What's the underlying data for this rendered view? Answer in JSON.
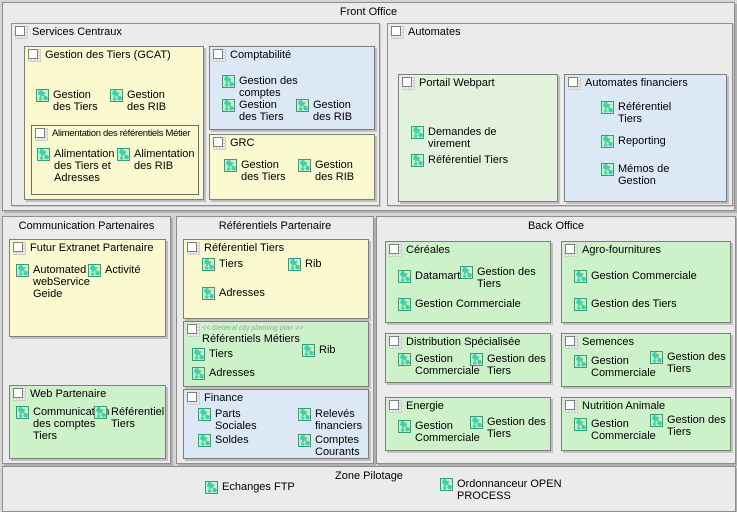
{
  "colors": {
    "page": "#d5d5d5",
    "panel": "#ebebeb",
    "yellow": "#fbf9d0",
    "blue": "#dce8f6",
    "green": "#cdf1c9",
    "green_light": "#e3f2dd"
  },
  "front_office": {
    "title": "Front Office",
    "services_centraux": {
      "title": "Services Centraux",
      "gcat": {
        "title": "Gestion des Tiers (GCAT)",
        "items": [
          "Gestion des Tiers",
          "Gestion des RIB"
        ],
        "alimentation": {
          "title": "Alimentation des référentiels Métier",
          "items": [
            "Alimentation des Tiers et Adresses",
            "Alimentation des RIB"
          ]
        }
      },
      "comptabilite": {
        "title": "Comptabilité",
        "items": [
          "Gestion des comptes",
          "Gestion des Tiers",
          "Gestion des RIB"
        ]
      },
      "grc": {
        "title": "GRC",
        "items": [
          "Gestion des Tiers",
          "Gestion des RIB"
        ]
      }
    },
    "automates": {
      "title": "Automates",
      "portail_webpart": {
        "title": "Portail Webpart",
        "items": [
          "Demandes de virement",
          "Référentiel Tiers"
        ]
      },
      "automates_financiers": {
        "title": "Automates financiers",
        "items": [
          "Référentiel Tiers",
          "Reporting",
          "Mémos de Gestion"
        ]
      }
    }
  },
  "communication_partenaires": {
    "title": "Communication Partenaires",
    "futur_extranet": {
      "title": "Futur Extranet Partenaire",
      "items": [
        "Automated webService Geide",
        "Activité"
      ]
    },
    "web_partenaire": {
      "title": "Web Partenaire",
      "items": [
        "Communication des comptes Tiers",
        "Référentiel Tiers"
      ]
    }
  },
  "referentiels_partenaire": {
    "title": "Référentiels Partenaire",
    "referentiel_tiers": {
      "title": "Référentiel Tiers",
      "items": [
        "Tiers",
        "Rib",
        "Adresses"
      ]
    },
    "referentiels_metiers": {
      "annotation": "<< General city planning plan >>",
      "title": "Référentiels Métiers",
      "items": [
        "Tiers",
        "Rib",
        "Adresses"
      ]
    },
    "finance": {
      "title": "Finance",
      "items": [
        "Parts Sociales",
        "Relevés financiers",
        "Soldes",
        "Comptes Courants"
      ]
    }
  },
  "back_office": {
    "title": "Back Office",
    "cereales": {
      "title": "Céréales",
      "items": [
        "Datamart",
        "Gestion des Tiers",
        "Gestion Commerciale"
      ]
    },
    "agro_fournitures": {
      "title": "Agro-fournitures",
      "items": [
        "Gestion Commerciale",
        "Gestion des Tiers"
      ]
    },
    "distribution_specialisee": {
      "title": "Distribution Spécialisée",
      "items": [
        "Gestion Commerciale",
        "Gestion des Tiers"
      ]
    },
    "semences": {
      "title": "Semences",
      "items": [
        "Gestion Commerciale",
        "Gestion des Tiers"
      ]
    },
    "energie": {
      "title": "Energie",
      "items": [
        "Gestion Commerciale",
        "Gestion des Tiers"
      ]
    },
    "nutrition_animale": {
      "title": "Nutrition Animale",
      "items": [
        "Gestion Commerciale",
        "Gestion des Tiers"
      ]
    }
  },
  "zone_pilotage": {
    "title": "Zone Pilotage",
    "items": [
      "Echanges FTP",
      "Ordonnanceur OPEN PROCESS"
    ]
  }
}
